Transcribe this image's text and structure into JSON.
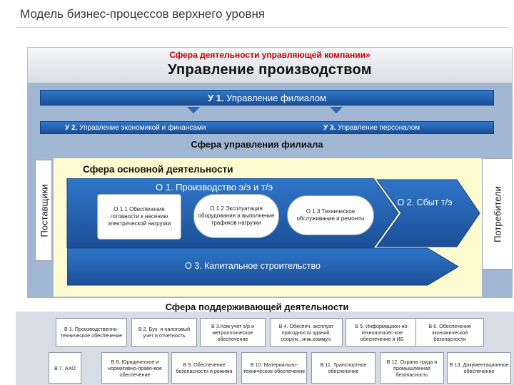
{
  "title": "Модель бизнес-процессов верхнего уровня",
  "banner": {
    "subtitle": "Сфера деятельности управляющей компании»",
    "main": "Управление производством"
  },
  "management": {
    "u1_code": "У 1.",
    "u1_label": "Управление филиалом",
    "u2_code": "У 2.",
    "u2_label": "Управление экономикой и финансами",
    "u3_code": "У 3.",
    "u3_label": "Управление персоналом",
    "sphere_label": "Сфера управления филиала"
  },
  "sides": {
    "suppliers": "Поставщики",
    "consumers": "Потребители"
  },
  "core": {
    "sphere_label": "Сфера основной деятельности",
    "o1_title": "О 1. Производство э/э и т/э",
    "o11": "О 1.1 Обеспечение готовности к несению электрической нагрузки",
    "o12": "О 1.2 Эксплуатация оборудования и выполнение графиков нагрузки",
    "o13": "О 1.3 Техническое обслуживание и ремонты",
    "o2": "О 2. Сбыт т/э",
    "o3": "О 3. Капитальное строительство"
  },
  "support": {
    "sphere_label": "Сфера поддерживающей деятельности",
    "row1": [
      "В 1. Производственно-техническое обеспечение",
      "В 2. Бух. и налоговый учет и отчетность",
      "В 3.Ком учет э/р и метрологическое обеспечение",
      "В 4. Обеспеч. эксплуат пригодности зданий, сооруж., инж.коммун.",
      "В 5. Информацион-но-технологичес-кое обеспечение и ИБ",
      "В 6. Обеспечение экономической безопасности"
    ],
    "row2": [
      "В 7. АХО",
      "В 8. Юридическое и нормативно-право-вое обеспечение",
      "В 9. Обеспечение безопасности и режима",
      "В 10. Материально-техническое обеспечение",
      "В 11. Транспортное обеспечение",
      "В 12. Охрана труда и промышленная безопасность",
      "В 13. Документационное обеспечение"
    ]
  },
  "colors": {
    "accent_red": "#c00000",
    "bar_blue": "#2363b5",
    "panel_blue": "#a2b7d4",
    "core_yellow": "#fffbd0"
  }
}
